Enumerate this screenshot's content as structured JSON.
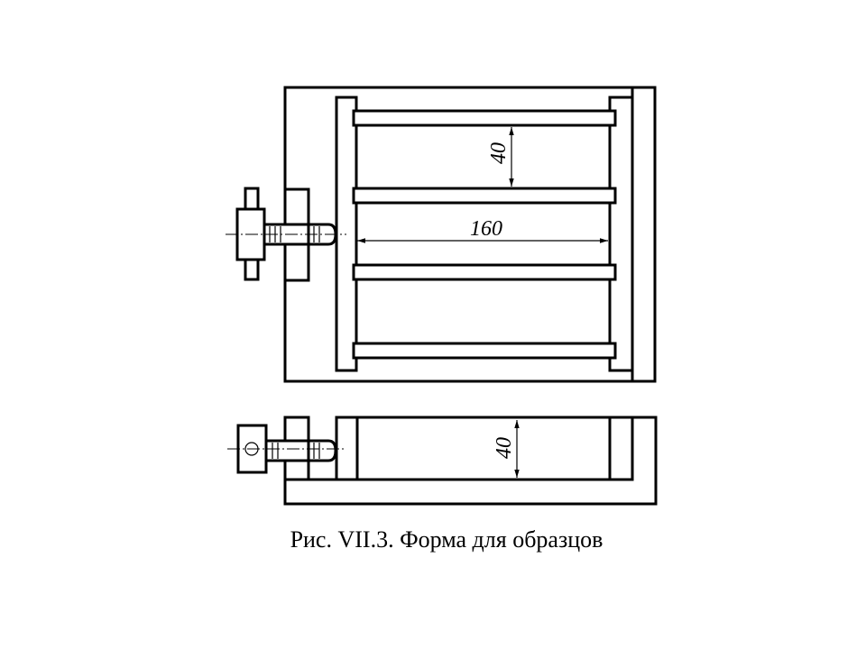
{
  "figure": {
    "caption": "Рис. VII.3. Форма для образцов",
    "dimensions": {
      "top_view_spacing": "40",
      "top_view_length": "160",
      "front_view_height": "40"
    }
  }
}
